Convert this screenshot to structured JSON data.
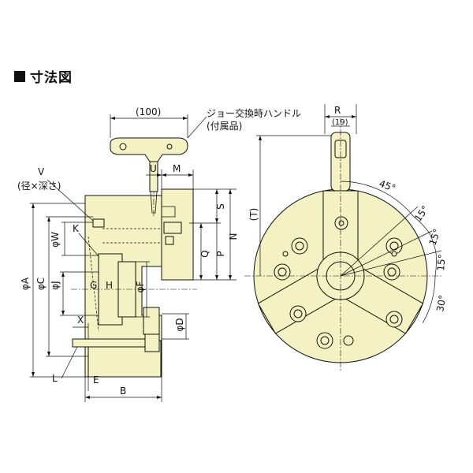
{
  "heading": "寸法図",
  "colors": {
    "body": "#F4F2C2",
    "line": "#111111"
  },
  "labels": {
    "handle_dim": "(100)",
    "handle_name_1": "ジョー交換時ハンドル",
    "handle_name_2": "(付属品)",
    "V": "V",
    "V_note": "(径×深さ)",
    "U": "U",
    "M": "M",
    "S": "S",
    "K": "K",
    "phiW": "φW",
    "phiA": "φA",
    "phiC": "φC",
    "phiJ": "φJ",
    "G": "G",
    "H": "H",
    "phiF": "φF",
    "Q": "Q",
    "P": "P",
    "N": "N",
    "X": "X",
    "phiD": "φD",
    "L": "L",
    "E": "E",
    "B": "B",
    "R": "R",
    "R19": "(19)",
    "T": "(T)",
    "ang45": "45°",
    "ang15a": "15°",
    "ang15b": "15°",
    "ang15c": "15°",
    "ang30": "30°"
  }
}
